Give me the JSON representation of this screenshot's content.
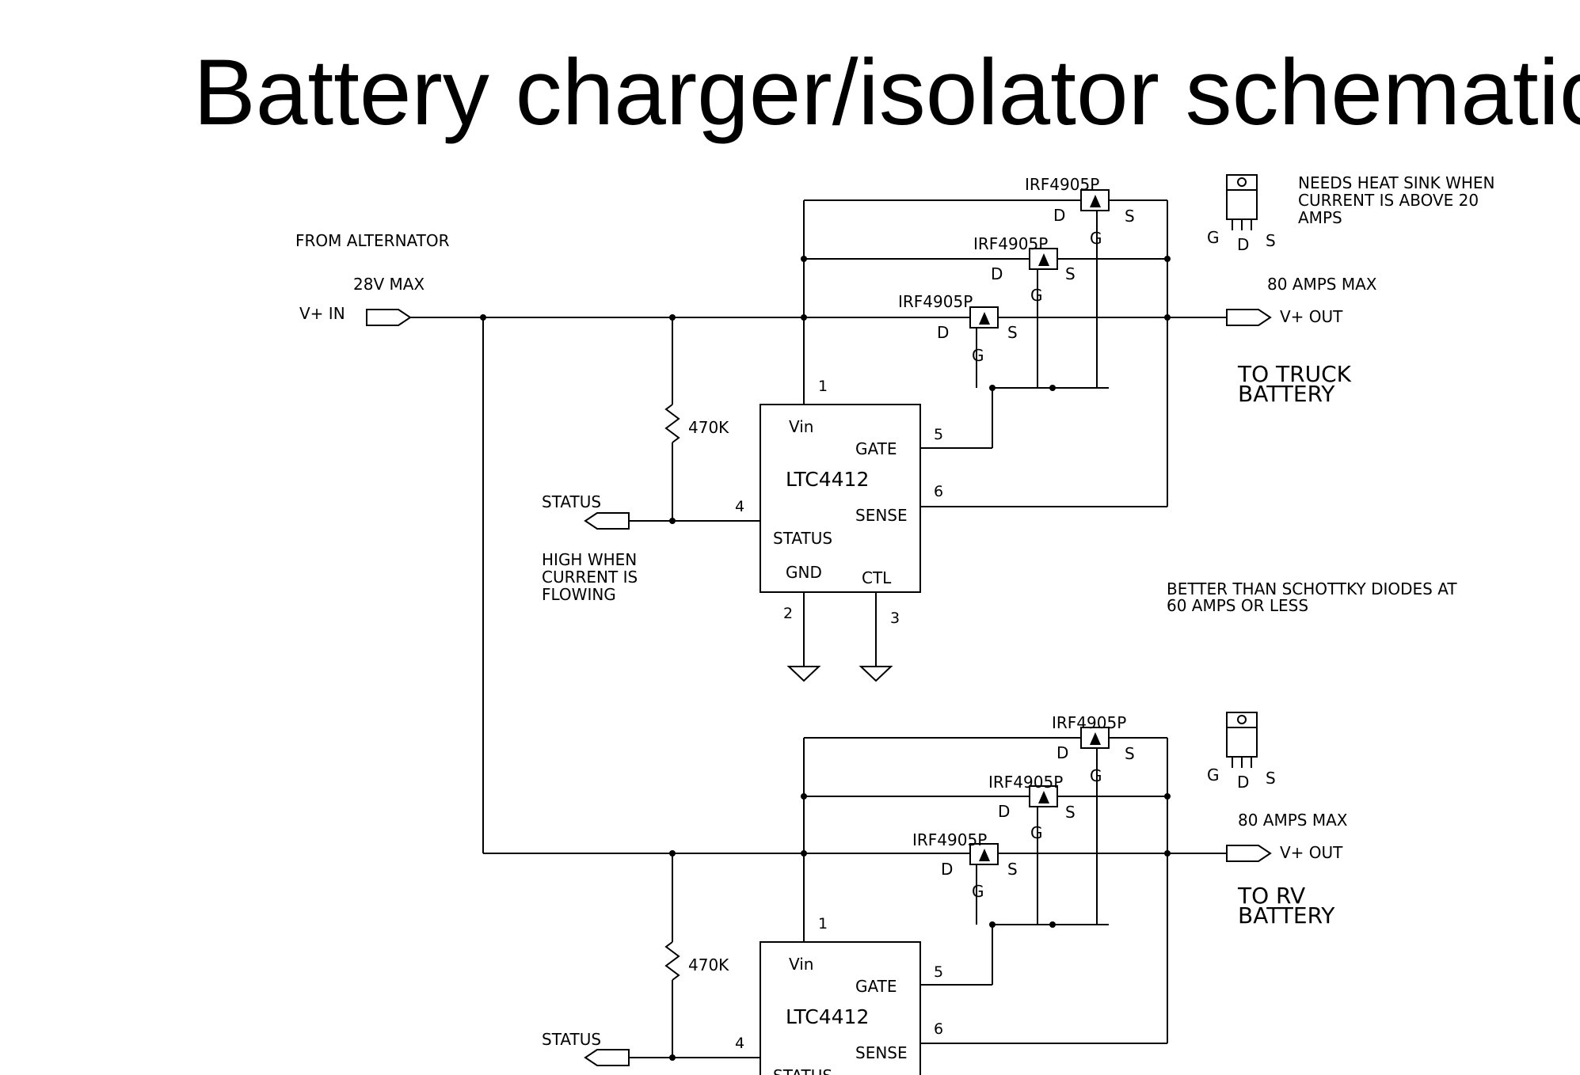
{
  "title": "Battery charger/isolator schematic",
  "input": {
    "source_label": "FROM ALTERNATOR",
    "voltage_label": "28V MAX",
    "port_label": "V+ IN"
  },
  "heatsink_note": [
    "NEEDS HEAT SINK WHEN",
    "CURRENT IS ABOVE 20",
    "AMPS"
  ],
  "package_pins": {
    "g": "G",
    "d": "D",
    "s": "S"
  },
  "schottky_note": [
    "BETTER THAN SCHOTTKY DIODES AT",
    "60 AMPS OR LESS"
  ],
  "status_note": [
    "HIGH WHEN",
    "CURRENT IS",
    "FLOWING"
  ],
  "mosfet": {
    "part": "IRF4905P",
    "d": "D",
    "g": "G",
    "s": "S"
  },
  "resistor": "470K",
  "ic": {
    "part": "LTC4412",
    "vin": "Vin",
    "gate": "GATE",
    "sense": "SENSE",
    "status": "STATUS",
    "gnd": "GND",
    "ctl": "CTL",
    "pins": {
      "vin": "1",
      "gnd": "2",
      "ctl": "3",
      "status": "4",
      "gate": "5",
      "sense": "6"
    }
  },
  "status_port": "STATUS",
  "channels": [
    {
      "max_current": "80 AMPS MAX",
      "output_port": "V+ OUT",
      "destination": [
        "TO TRUCK",
        "BATTERY"
      ]
    },
    {
      "max_current": "80 AMPS MAX",
      "output_port": "V+ OUT",
      "destination": [
        "TO RV",
        "BATTERY"
      ]
    }
  ]
}
